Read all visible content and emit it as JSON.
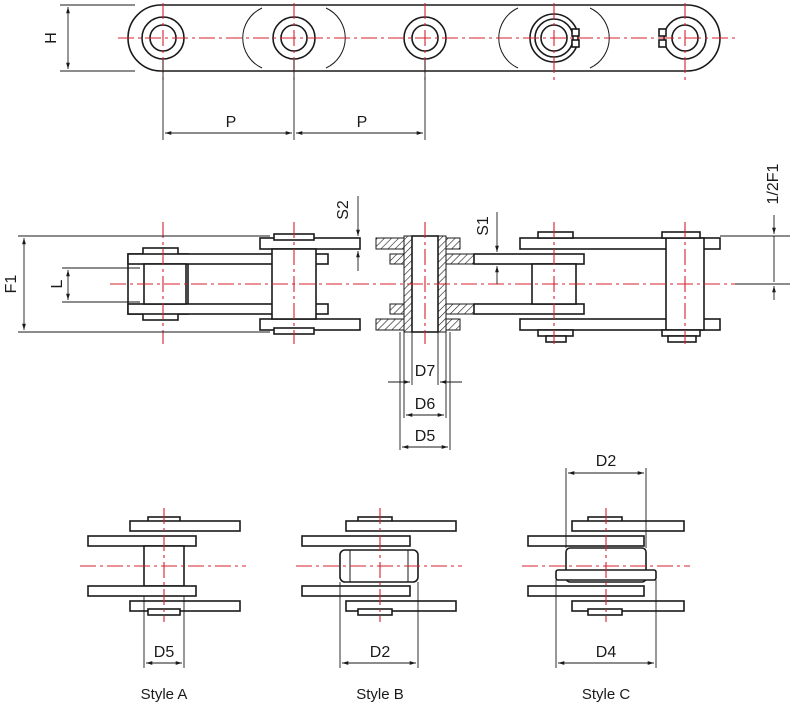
{
  "labels": {
    "h": "H",
    "p1": "P",
    "p2": "P",
    "s2": "S2",
    "s1": "S1",
    "f1": "F1",
    "l": "L",
    "half_f1": "1/2F1",
    "d7": "D7",
    "d6": "D6",
    "d5_top": "D5",
    "d2_c": "D2",
    "d5_a": "D5",
    "d2_b": "D2",
    "d4": "D4"
  },
  "styles": {
    "a": "Style A",
    "b": "Style B",
    "c": "Style C"
  },
  "colors": {
    "outline": "#1a1a1a",
    "centerline": "#d8202f",
    "background": "#ffffff"
  }
}
